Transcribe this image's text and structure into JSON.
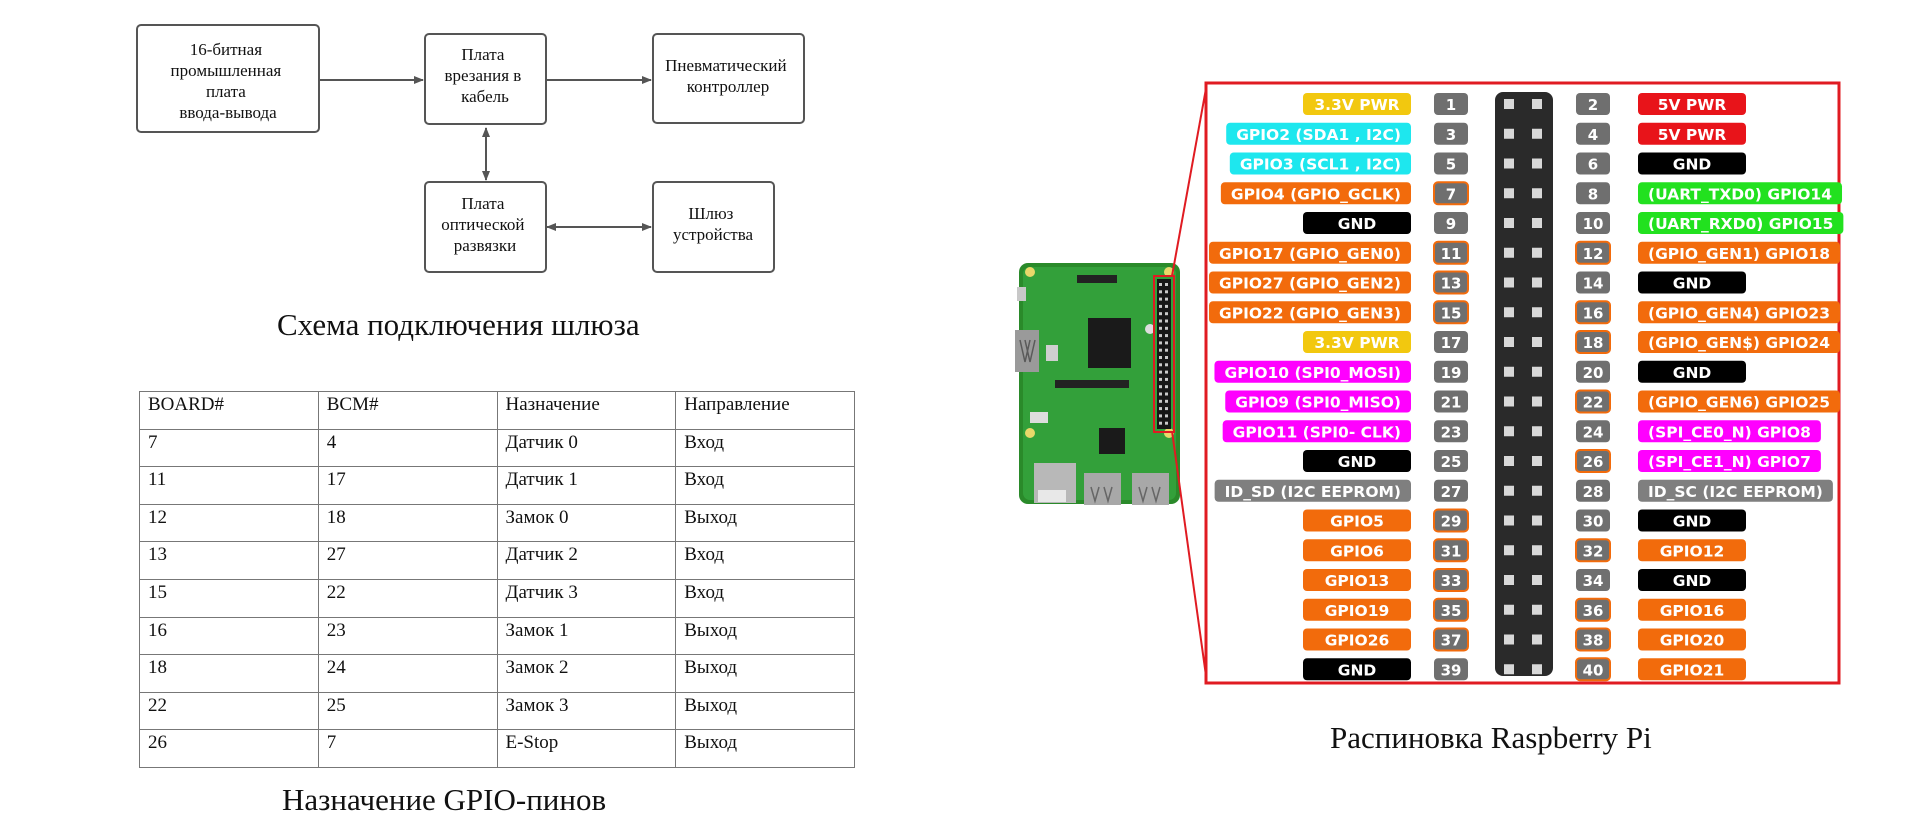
{
  "diagram": {
    "title": "Схема подключения шлюза",
    "nodes": [
      {
        "id": "io_board",
        "lines": [
          "16-битная",
          "промышленная",
          "плата",
          "ввода-вывода"
        ]
      },
      {
        "id": "breakout",
        "lines": [
          "Плата",
          "врезания в",
          "кабель"
        ]
      },
      {
        "id": "pneumatic",
        "lines": [
          "Пневматический",
          "контроллер"
        ]
      },
      {
        "id": "optocoupler",
        "lines": [
          "Плата",
          "оптической",
          "развязки"
        ]
      },
      {
        "id": "gateway",
        "lines": [
          "Шлюз",
          "устройства"
        ]
      }
    ],
    "edges": [
      {
        "from": "io_board",
        "to": "breakout",
        "direction": "forward"
      },
      {
        "from": "breakout",
        "to": "pneumatic",
        "direction": "forward"
      },
      {
        "from": "breakout",
        "to": "optocoupler",
        "direction": "both"
      },
      {
        "from": "optocoupler",
        "to": "gateway",
        "direction": "both"
      }
    ]
  },
  "gpio_table": {
    "caption": "Назначение GPIO-пинов",
    "headers": [
      "BOARD#",
      "BCM#",
      "Назначение",
      "Направление"
    ],
    "rows": [
      [
        "7",
        "4",
        "Датчик 0",
        "Вход"
      ],
      [
        "11",
        "17",
        "Датчик 1",
        "Вход"
      ],
      [
        "12",
        "18",
        "Замок 0",
        "Выход"
      ],
      [
        "13",
        "27",
        "Датчик 2",
        "Вход"
      ],
      [
        "15",
        "22",
        "Датчик 3",
        "Вход"
      ],
      [
        "16",
        "23",
        "Замок 1",
        "Выход"
      ],
      [
        "18",
        "24",
        "Замок 2",
        "Выход"
      ],
      [
        "22",
        "25",
        "Замок 3",
        "Выход"
      ],
      [
        "26",
        "7",
        "E-Stop",
        "Выход"
      ]
    ]
  },
  "pinout": {
    "caption": "Распиновка Raspberry Pi",
    "colors": {
      "power33": "#f2c80f",
      "power5": "#e8141a",
      "i2c": "#1ee7ee",
      "ground": "#000000",
      "gpio": "#f26b0c",
      "uart": "#22e11f",
      "spi": "#ff00ff",
      "eeprom": "#7f7f7f",
      "pin_number": "#6f6f6f",
      "frame": "#e01b22"
    },
    "pins": [
      {
        "n": 1,
        "label": "3.3V PWR",
        "type": "power33"
      },
      {
        "n": 2,
        "label": "5V PWR",
        "type": "power5"
      },
      {
        "n": 3,
        "label": "GPIO2 (SDA1 , I2C)",
        "type": "i2c"
      },
      {
        "n": 4,
        "label": "5V PWR",
        "type": "power5"
      },
      {
        "n": 5,
        "label": "GPIO3 (SCL1 , I2C)",
        "type": "i2c"
      },
      {
        "n": 6,
        "label": "GND",
        "type": "ground"
      },
      {
        "n": 7,
        "label": "GPIO4 (GPIO_GCLK)",
        "type": "gpio"
      },
      {
        "n": 8,
        "label": "(UART_TXD0) GPIO14",
        "type": "uart"
      },
      {
        "n": 9,
        "label": "GND",
        "type": "ground"
      },
      {
        "n": 10,
        "label": "(UART_RXD0) GPIO15",
        "type": "uart"
      },
      {
        "n": 11,
        "label": "GPIO17 (GPIO_GEN0)",
        "type": "gpio"
      },
      {
        "n": 12,
        "label": "(GPIO_GEN1) GPIO18",
        "type": "gpio"
      },
      {
        "n": 13,
        "label": "GPIO27 (GPIO_GEN2)",
        "type": "gpio"
      },
      {
        "n": 14,
        "label": "GND",
        "type": "ground"
      },
      {
        "n": 15,
        "label": "GPIO22 (GPIO_GEN3)",
        "type": "gpio"
      },
      {
        "n": 16,
        "label": "(GPIO_GEN4) GPIO23",
        "type": "gpio"
      },
      {
        "n": 17,
        "label": "3.3V PWR",
        "type": "power33"
      },
      {
        "n": 18,
        "label": "(GPIO_GEN$) GPIO24",
        "type": "gpio"
      },
      {
        "n": 19,
        "label": "GPIO10 (SPI0_MOSI)",
        "type": "spi"
      },
      {
        "n": 20,
        "label": "GND",
        "type": "ground"
      },
      {
        "n": 21,
        "label": "GPIO9 (SPI0_MISO)",
        "type": "spi"
      },
      {
        "n": 22,
        "label": "(GPIO_GEN6) GPIO25",
        "type": "gpio"
      },
      {
        "n": 23,
        "label": "GPIO11 (SPI0- CLK)",
        "type": "spi"
      },
      {
        "n": 24,
        "label": "(SPI_CE0_N) GPIO8",
        "type": "spi"
      },
      {
        "n": 25,
        "label": "GND",
        "type": "ground"
      },
      {
        "n": 26,
        "label": "(SPI_CE1_N) GPIO7",
        "type": "spi"
      },
      {
        "n": 27,
        "label": "ID_SD (I2C EEPROM)",
        "type": "eeprom"
      },
      {
        "n": 28,
        "label": "ID_SC (I2C EEPROM)",
        "type": "eeprom"
      },
      {
        "n": 29,
        "label": "GPIO5",
        "type": "gpio"
      },
      {
        "n": 30,
        "label": "GND",
        "type": "ground"
      },
      {
        "n": 31,
        "label": "GPIO6",
        "type": "gpio"
      },
      {
        "n": 32,
        "label": "GPIO12",
        "type": "gpio"
      },
      {
        "n": 33,
        "label": "GPIO13",
        "type": "gpio"
      },
      {
        "n": 34,
        "label": "GND",
        "type": "ground"
      },
      {
        "n": 35,
        "label": "GPIO19",
        "type": "gpio"
      },
      {
        "n": 36,
        "label": "GPIO16",
        "type": "gpio"
      },
      {
        "n": 37,
        "label": "GPIO26",
        "type": "gpio"
      },
      {
        "n": 38,
        "label": "GPIO20",
        "type": "gpio"
      },
      {
        "n": 39,
        "label": "GND",
        "type": "ground"
      },
      {
        "n": 40,
        "label": "GPIO21",
        "type": "gpio"
      }
    ],
    "highlighted_pins": [
      7,
      11,
      12,
      13,
      15,
      16,
      18,
      22,
      26,
      29,
      31,
      32,
      33,
      35,
      36,
      37,
      38,
      40
    ]
  }
}
